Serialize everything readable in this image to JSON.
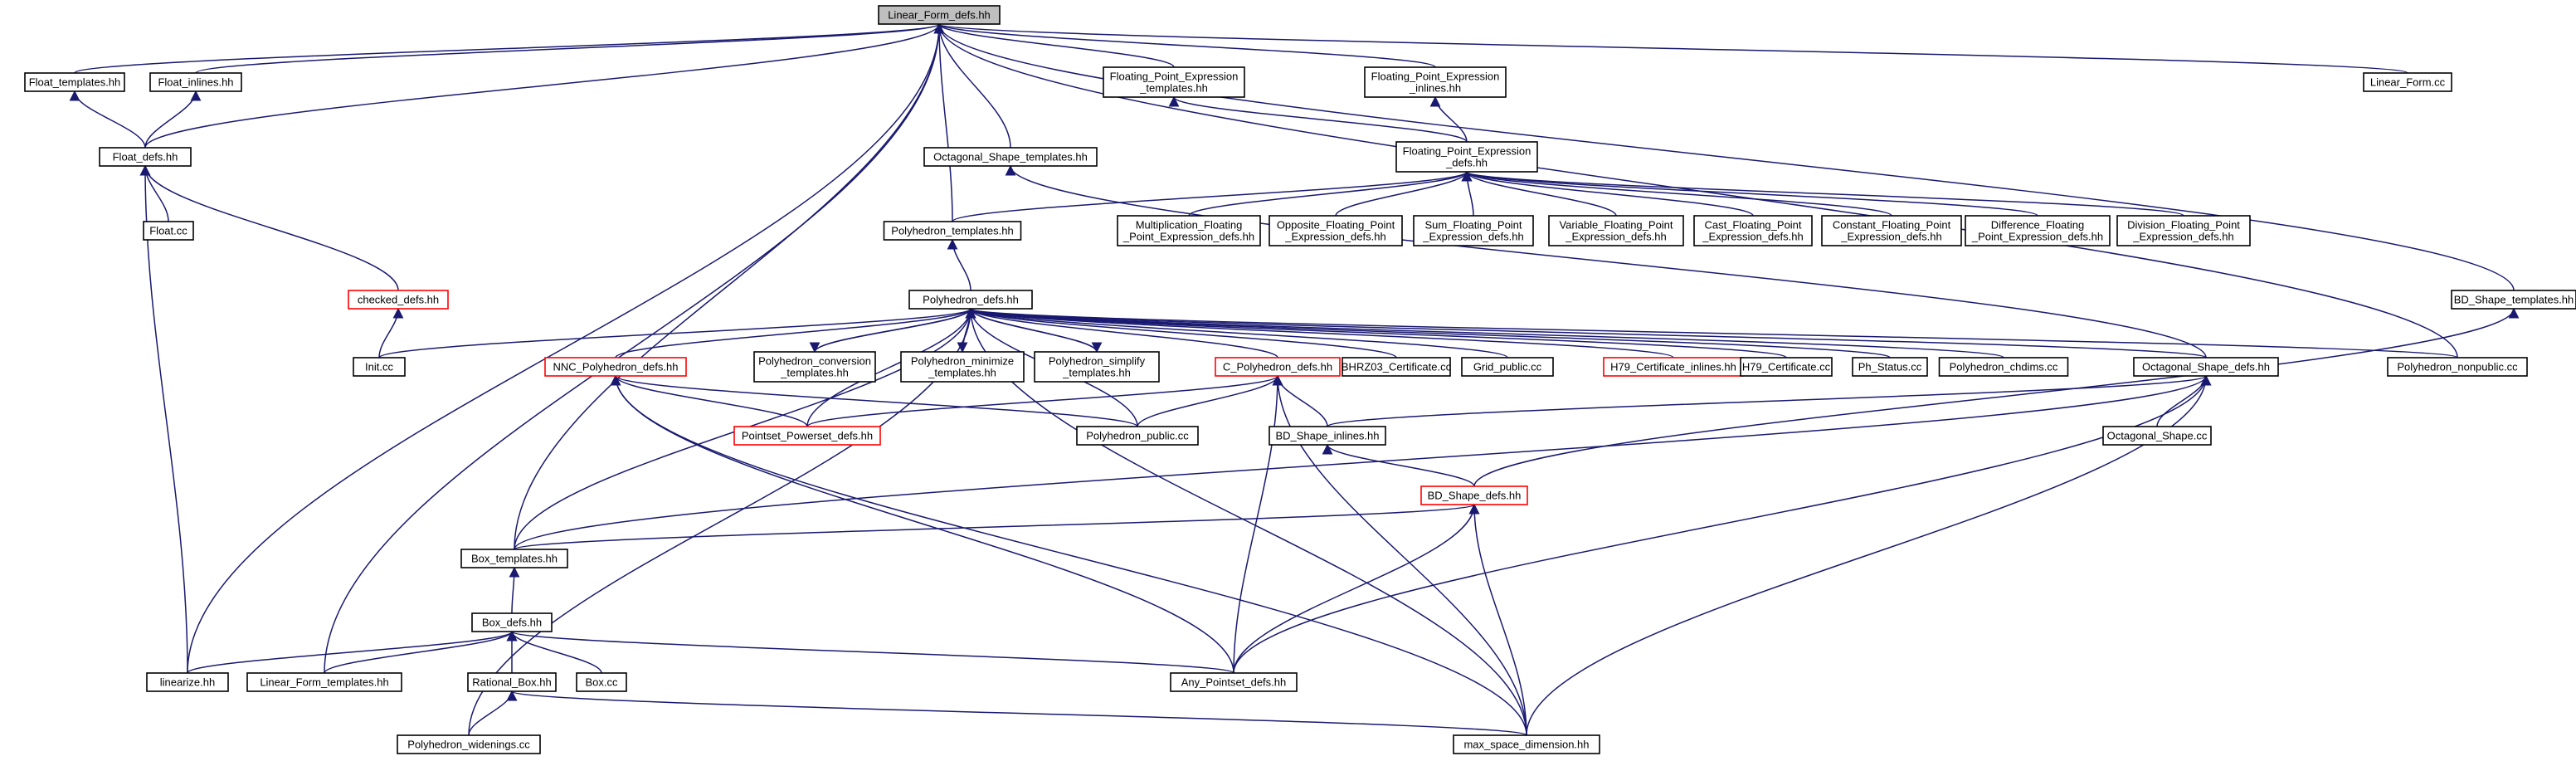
{
  "graph": {
    "colors": {
      "edge": "#191970",
      "node_border": "#000000",
      "missing_border": "#ff0000",
      "root_fill": "#bfbfbf",
      "node_fill": "#ffffff"
    },
    "nodes": [
      {
        "id": "n0",
        "label": [
          "Linear_Form_defs.hh"
        ],
        "style": "root"
      },
      {
        "id": "n1",
        "label": [
          "Float_templates.hh"
        ]
      },
      {
        "id": "n2",
        "label": [
          "Float_inlines.hh"
        ]
      },
      {
        "id": "n3",
        "label": [
          "Floating_Point_Expression",
          "_templates.hh"
        ]
      },
      {
        "id": "n4",
        "label": [
          "Floating_Point_Expression",
          "_inlines.hh"
        ]
      },
      {
        "id": "n5",
        "label": [
          "Linear_Form.cc"
        ]
      },
      {
        "id": "n6",
        "label": [
          "Float_defs.hh"
        ]
      },
      {
        "id": "n7",
        "label": [
          "Octagonal_Shape_templates.hh"
        ]
      },
      {
        "id": "n8",
        "label": [
          "Floating_Point_Expression",
          "_defs.hh"
        ]
      },
      {
        "id": "n9",
        "label": [
          "Float.cc"
        ]
      },
      {
        "id": "n10",
        "label": [
          "Polyhedron_templates.hh"
        ]
      },
      {
        "id": "n11",
        "label": [
          "Multiplication_Floating",
          "_Point_Expression_defs.hh"
        ]
      },
      {
        "id": "n12",
        "label": [
          "Opposite_Floating_Point",
          "_Expression_defs.hh"
        ]
      },
      {
        "id": "n13",
        "label": [
          "Sum_Floating_Point",
          "_Expression_defs.hh"
        ]
      },
      {
        "id": "n14",
        "label": [
          "Variable_Floating_Point",
          "_Expression_defs.hh"
        ]
      },
      {
        "id": "n15",
        "label": [
          "Cast_Floating_Point",
          "_Expression_defs.hh"
        ]
      },
      {
        "id": "n16",
        "label": [
          "Constant_Floating_Point",
          "_Expression_defs.hh"
        ]
      },
      {
        "id": "n17",
        "label": [
          "Difference_Floating",
          "_Point_Expression_defs.hh"
        ]
      },
      {
        "id": "n18",
        "label": [
          "Division_Floating_Point",
          "_Expression_defs.hh"
        ]
      },
      {
        "id": "n19",
        "label": [
          "checked_defs.hh"
        ],
        "style": "missing"
      },
      {
        "id": "n20",
        "label": [
          "Polyhedron_defs.hh"
        ]
      },
      {
        "id": "n21",
        "label": [
          "BD_Shape_templates.hh"
        ]
      },
      {
        "id": "n22",
        "label": [
          "Init.cc"
        ]
      },
      {
        "id": "n23",
        "label": [
          "NNC_Polyhedron_defs.hh"
        ],
        "style": "missing"
      },
      {
        "id": "n24",
        "label": [
          "Polyhedron_conversion",
          "_templates.hh"
        ]
      },
      {
        "id": "n25",
        "label": [
          "Polyhedron_minimize",
          "_templates.hh"
        ]
      },
      {
        "id": "n26",
        "label": [
          "Polyhedron_simplify",
          "_templates.hh"
        ]
      },
      {
        "id": "n27",
        "label": [
          "C_Polyhedron_defs.hh"
        ],
        "style": "missing"
      },
      {
        "id": "n28",
        "label": [
          "BHRZ03_Certificate.cc"
        ]
      },
      {
        "id": "n29",
        "label": [
          "Grid_public.cc"
        ]
      },
      {
        "id": "n30",
        "label": [
          "H79_Certificate_inlines.hh"
        ],
        "style": "missing"
      },
      {
        "id": "n31",
        "label": [
          "H79_Certificate.cc"
        ]
      },
      {
        "id": "n32",
        "label": [
          "Ph_Status.cc"
        ]
      },
      {
        "id": "n33",
        "label": [
          "Polyhedron_chdims.cc"
        ]
      },
      {
        "id": "n34",
        "label": [
          "Octagonal_Shape_defs.hh"
        ]
      },
      {
        "id": "n35",
        "label": [
          "Polyhedron_nonpublic.cc"
        ]
      },
      {
        "id": "n36",
        "label": [
          "Pointset_Powerset_defs.hh"
        ],
        "style": "missing"
      },
      {
        "id": "n37",
        "label": [
          "Polyhedron_public.cc"
        ]
      },
      {
        "id": "n38",
        "label": [
          "BD_Shape_inlines.hh"
        ]
      },
      {
        "id": "n39",
        "label": [
          "Octagonal_Shape.cc"
        ]
      },
      {
        "id": "n40",
        "label": [
          "BD_Shape_defs.hh"
        ],
        "style": "missing"
      },
      {
        "id": "n41",
        "label": [
          "Box_templates.hh"
        ]
      },
      {
        "id": "n42",
        "label": [
          "Box_defs.hh"
        ]
      },
      {
        "id": "n43",
        "label": [
          "linearize.hh"
        ]
      },
      {
        "id": "n44",
        "label": [
          "Linear_Form_templates.hh"
        ]
      },
      {
        "id": "n45",
        "label": [
          "Rational_Box.hh"
        ]
      },
      {
        "id": "n46",
        "label": [
          "Box.cc"
        ]
      },
      {
        "id": "n47",
        "label": [
          "Any_Pointset_defs.hh"
        ]
      },
      {
        "id": "n48",
        "label": [
          "Polyhedron_widenings.cc"
        ]
      },
      {
        "id": "n49",
        "label": [
          "max_space_dimension.hh"
        ]
      }
    ],
    "edges": [
      [
        "n1",
        "n0"
      ],
      [
        "n2",
        "n0"
      ],
      [
        "n3",
        "n0"
      ],
      [
        "n4",
        "n0"
      ],
      [
        "n5",
        "n0"
      ],
      [
        "n6",
        "n0"
      ],
      [
        "n7",
        "n0"
      ],
      [
        "n10",
        "n0"
      ],
      [
        "n21",
        "n0"
      ],
      [
        "n35",
        "n0"
      ],
      [
        "n41",
        "n0"
      ],
      [
        "n43",
        "n0"
      ],
      [
        "n44",
        "n0"
      ],
      [
        "n6",
        "n1"
      ],
      [
        "n6",
        "n2"
      ],
      [
        "n8",
        "n3"
      ],
      [
        "n8",
        "n4"
      ],
      [
        "n9",
        "n6"
      ],
      [
        "n19",
        "n6"
      ],
      [
        "n43",
        "n6"
      ],
      [
        "n10",
        "n8"
      ],
      [
        "n11",
        "n8"
      ],
      [
        "n12",
        "n8"
      ],
      [
        "n13",
        "n8"
      ],
      [
        "n14",
        "n8"
      ],
      [
        "n15",
        "n8"
      ],
      [
        "n16",
        "n8"
      ],
      [
        "n17",
        "n8"
      ],
      [
        "n18",
        "n8"
      ],
      [
        "n20",
        "n10"
      ],
      [
        "n22",
        "n19"
      ],
      [
        "n22",
        "n20"
      ],
      [
        "n23",
        "n20"
      ],
      [
        "n24",
        "n20"
      ],
      [
        "n25",
        "n20"
      ],
      [
        "n26",
        "n20"
      ],
      [
        "n27",
        "n20"
      ],
      [
        "n28",
        "n20"
      ],
      [
        "n29",
        "n20"
      ],
      [
        "n30",
        "n20"
      ],
      [
        "n31",
        "n20"
      ],
      [
        "n32",
        "n20"
      ],
      [
        "n33",
        "n20"
      ],
      [
        "n34",
        "n20"
      ],
      [
        "n35",
        "n20"
      ],
      [
        "n36",
        "n20"
      ],
      [
        "n37",
        "n20"
      ],
      [
        "n41",
        "n20"
      ],
      [
        "n48",
        "n20"
      ],
      [
        "n49",
        "n20"
      ],
      [
        "n20",
        "n24"
      ],
      [
        "n20",
        "n25"
      ],
      [
        "n20",
        "n26"
      ],
      [
        "n34",
        "n7"
      ],
      [
        "n40",
        "n21"
      ],
      [
        "n36",
        "n23"
      ],
      [
        "n37",
        "n23"
      ],
      [
        "n47",
        "n23"
      ],
      [
        "n49",
        "n23"
      ],
      [
        "n36",
        "n27"
      ],
      [
        "n37",
        "n27"
      ],
      [
        "n38",
        "n27"
      ],
      [
        "n47",
        "n27"
      ],
      [
        "n49",
        "n27"
      ],
      [
        "n38",
        "n34"
      ],
      [
        "n39",
        "n34"
      ],
      [
        "n41",
        "n34"
      ],
      [
        "n47",
        "n34"
      ],
      [
        "n49",
        "n34"
      ],
      [
        "n40",
        "n38"
      ],
      [
        "n41",
        "n40"
      ],
      [
        "n47",
        "n40"
      ],
      [
        "n49",
        "n40"
      ],
      [
        "n42",
        "n41"
      ],
      [
        "n43",
        "n42"
      ],
      [
        "n44",
        "n42"
      ],
      [
        "n45",
        "n42"
      ],
      [
        "n46",
        "n42"
      ],
      [
        "n47",
        "n42"
      ],
      [
        "n48",
        "n45"
      ],
      [
        "n49",
        "n45"
      ]
    ]
  }
}
